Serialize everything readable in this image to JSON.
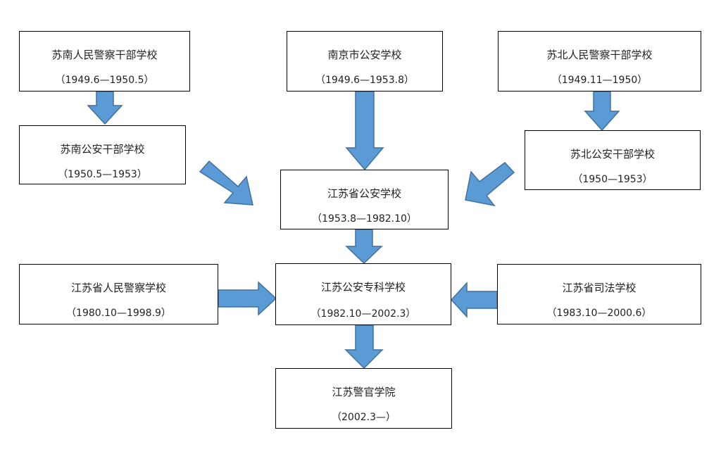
{
  "colors": {
    "arrow_fill": "#5b9bd5",
    "arrow_stroke": "#41719c",
    "box_border": "#000000"
  },
  "nodes": {
    "sunan_police_cadre": {
      "name": "苏南人民警察干部学校",
      "period": "（1949.6—1950.5）"
    },
    "nanjing_public_security": {
      "name": "南京市公安学校",
      "period": "（1949.6—1953.8）"
    },
    "subei_police_cadre": {
      "name": "苏北人民警察干部学校",
      "period": "（1949.11—1950）"
    },
    "sunan_public_security_cadre": {
      "name": "苏南公安干部学校",
      "period": "（1950.5—1953）"
    },
    "subei_public_security_cadre": {
      "name": "苏北公安干部学校",
      "period": "（1950—1953）"
    },
    "jiangsu_public_security": {
      "name": "江苏省公安学校",
      "period": "（1953.8—1982.10）"
    },
    "jiangsu_police_school": {
      "name": "江苏省人民警察学校",
      "period": "（1980.10—1998.9）"
    },
    "jiangsu_public_security_college": {
      "name": "江苏公安专科学校",
      "period": "（1982.10—2002.3）"
    },
    "jiangsu_judicial_school": {
      "name": "江苏省司法学校",
      "period": "（1983.10—2000.6）"
    },
    "jiangsu_police_institute": {
      "name": "江苏警官学院",
      "period": "（2002.3—）"
    }
  },
  "edges": [
    {
      "from": "sunan_police_cadre",
      "to": "sunan_public_security_cadre"
    },
    {
      "from": "subei_police_cadre",
      "to": "subei_public_security_cadre"
    },
    {
      "from": "nanjing_public_security",
      "to": "jiangsu_public_security"
    },
    {
      "from": "sunan_public_security_cadre",
      "to": "jiangsu_public_security"
    },
    {
      "from": "subei_public_security_cadre",
      "to": "jiangsu_public_security"
    },
    {
      "from": "jiangsu_public_security",
      "to": "jiangsu_public_security_college"
    },
    {
      "from": "jiangsu_police_school",
      "to": "jiangsu_public_security_college"
    },
    {
      "from": "jiangsu_judicial_school",
      "to": "jiangsu_public_security_college"
    },
    {
      "from": "jiangsu_public_security_college",
      "to": "jiangsu_police_institute"
    }
  ]
}
